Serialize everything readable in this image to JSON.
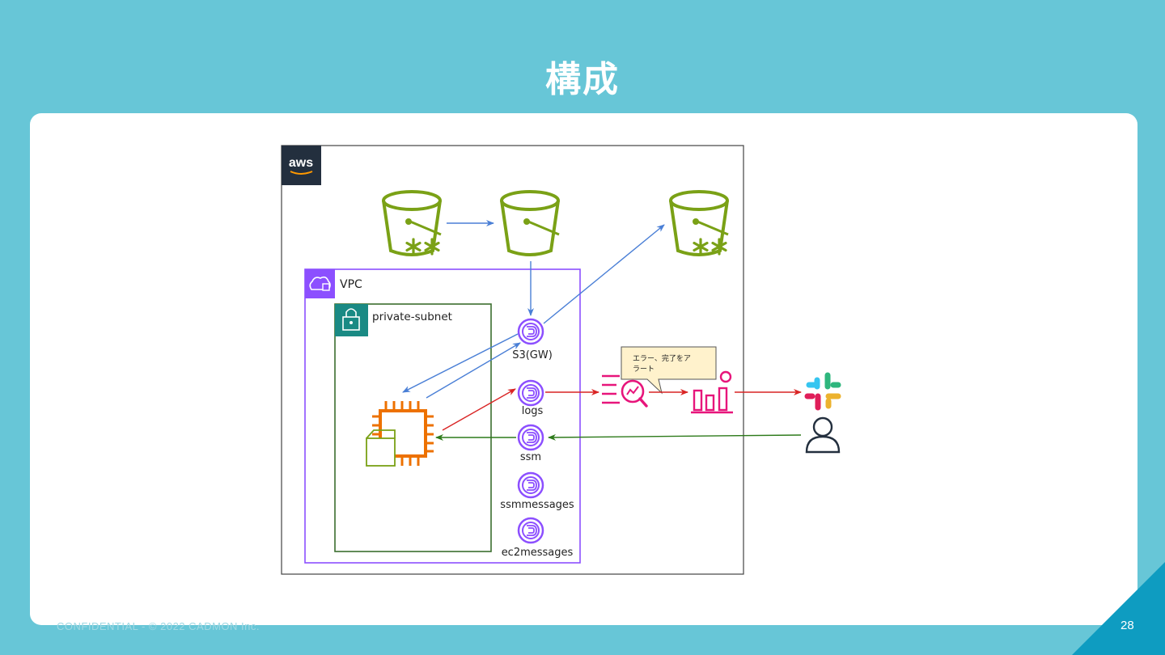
{
  "slide": {
    "title": "構成",
    "page_number": "28",
    "footer": "CONFIDENTIAL - © 2022 CADMON Inc."
  },
  "diagram": {
    "aws_logo": "aws",
    "vpc_label": "VPC",
    "subnet_label": "private-subnet",
    "endpoints": [
      "S3(GW)",
      "logs",
      "ssm",
      "ssmmessages",
      "ec2messages"
    ],
    "callout": "エラー、完了をアラート",
    "callout_lines": [
      "エラー、完了をア",
      "ラート"
    ],
    "colors": {
      "bucket": "#7aa116",
      "ec2": "#ed7100",
      "endpoint": "#8c4fff",
      "vpc": "#8c4fff",
      "subnet": "#248814",
      "cloudwatch": "#e7157b",
      "arrow_blue": "#4a7fd6",
      "arrow_red": "#d92424",
      "arrow_green": "#2d7a1a",
      "callout_fill": "#fff2cc"
    },
    "icons": [
      "s3-glacier-bucket-icon",
      "s3-bucket-icon",
      "ec2-instance-icon",
      "vpc-endpoint-icon",
      "cloudwatch-logs-insights-icon",
      "cloudwatch-metrics-icon",
      "slack-icon",
      "user-icon",
      "vpc-cloud-lock-icon",
      "subnet-lock-icon"
    ]
  }
}
